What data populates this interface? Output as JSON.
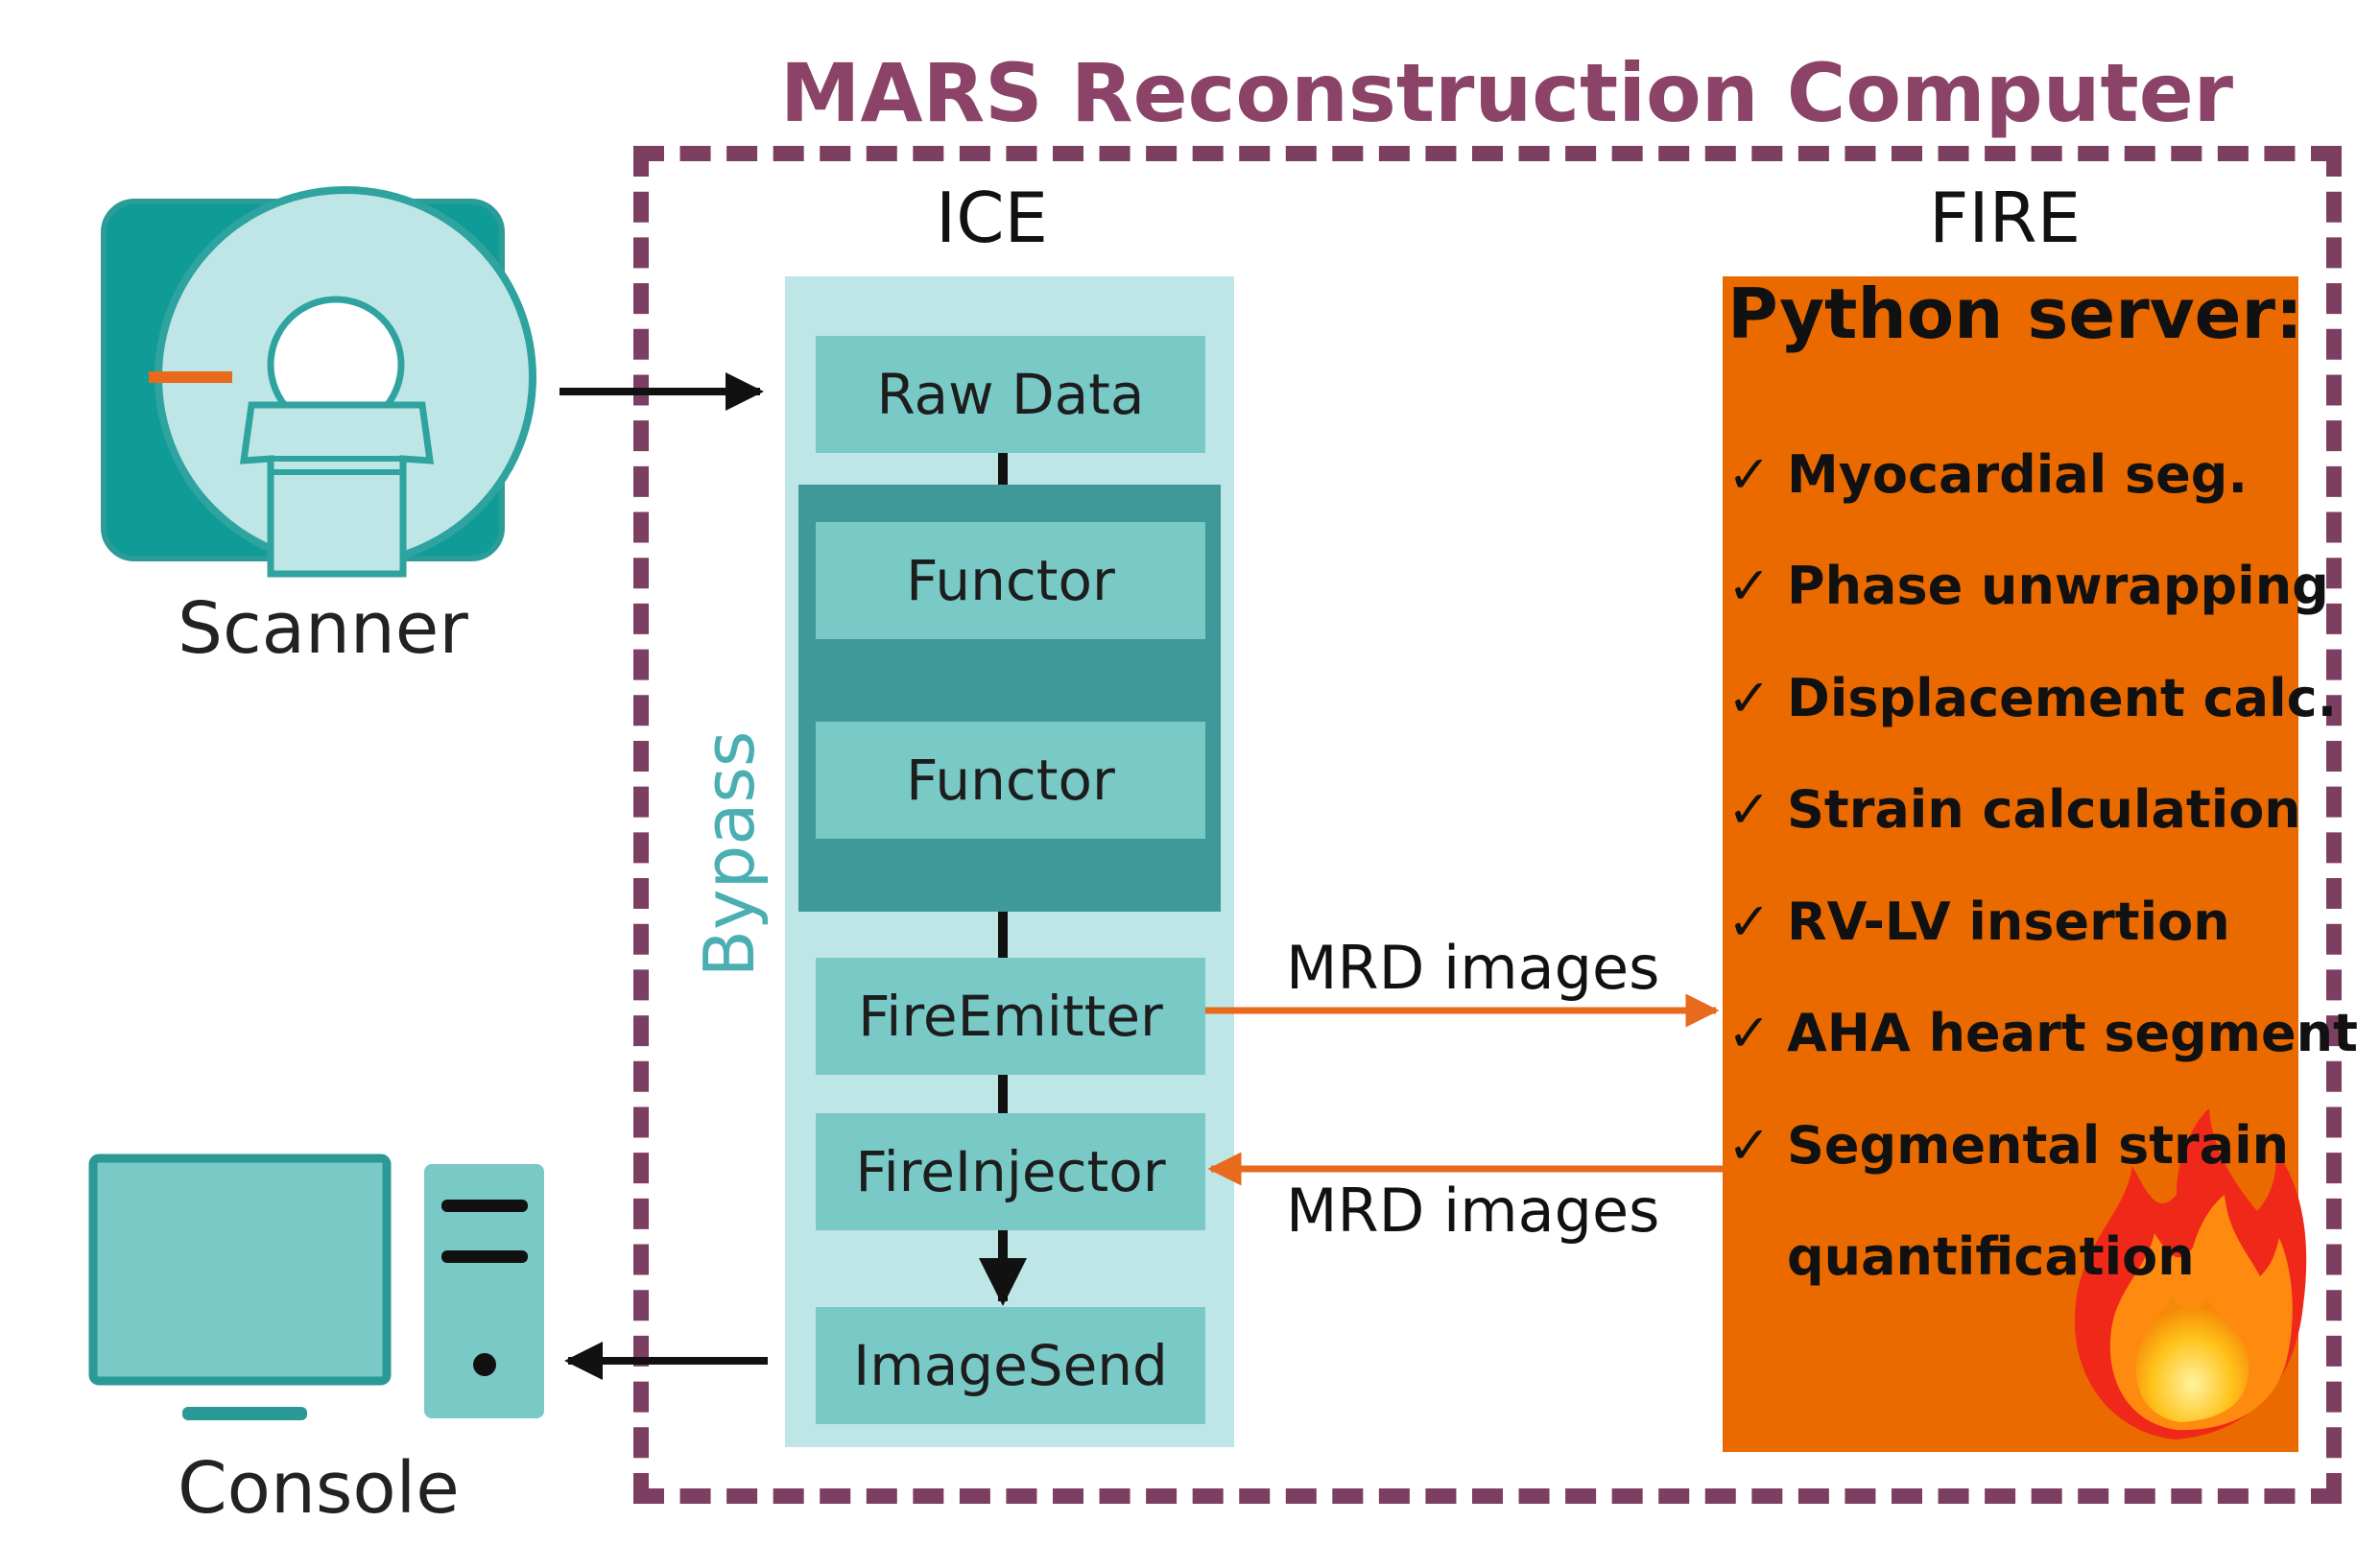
{
  "title": "MARS Reconstruction Computer",
  "ice": {
    "label": "ICE",
    "bypass_label": "Bypass",
    "blocks": [
      "Raw Data",
      "Functor",
      "Functor",
      "FireEmitter",
      "FireInjector",
      "ImageSend"
    ]
  },
  "fire": {
    "label": "FIRE",
    "server_title": "Python server:",
    "features": [
      "Myocardial seg.",
      "Phase unwrapping",
      "Displacement calc.",
      "Strain calculation",
      "RV-LV insertion",
      "AHA heart segment",
      "Segmental strain"
    ],
    "feature_continuation": "quantification",
    "check_glyph": "✓"
  },
  "arrows": {
    "emit_label": "MRD images",
    "inject_label": "MRD images"
  },
  "devices": {
    "scanner_label": "Scanner",
    "console_label": "Console"
  },
  "icons": [
    "mri-scanner-icon",
    "computer-monitor-icon",
    "computer-tower-icon",
    "fire-icon"
  ],
  "colors": {
    "title": "#8b4468",
    "dashed_border": "#7d3f61",
    "ice_panel": "#bfe6e6",
    "functor_group": "#3f9999",
    "block": "#79c9c7",
    "teal_dark": "#0f9b96",
    "teal_light": "#bfe6e6",
    "teal_mid": "#79c9c7",
    "server_box": "#ea6a00",
    "orange_arrow": "#e86a1c",
    "black_arrow": "#111111"
  }
}
